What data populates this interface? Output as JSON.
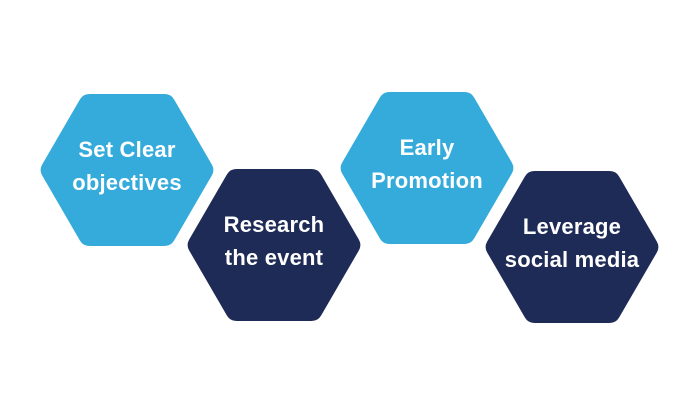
{
  "canvas": {
    "background": "#ffffff",
    "text_color": "#ffffff"
  },
  "diagram": {
    "type": "hexagon-process-steps",
    "steps": [
      {
        "name": "set-clear-objectives",
        "line1": "Set Clear",
        "line2": "objectives",
        "color": "#35ABDB"
      },
      {
        "name": "research-the-event",
        "line1": "Research",
        "line2": "the event",
        "color": "#1E2B56"
      },
      {
        "name": "early-promotion",
        "line1": "Early",
        "line2": "Promotion",
        "color": "#35ABDB"
      },
      {
        "name": "leverage-social-media",
        "line1": "Leverage",
        "line2": "social media",
        "color": "#1E2B56"
      }
    ]
  }
}
